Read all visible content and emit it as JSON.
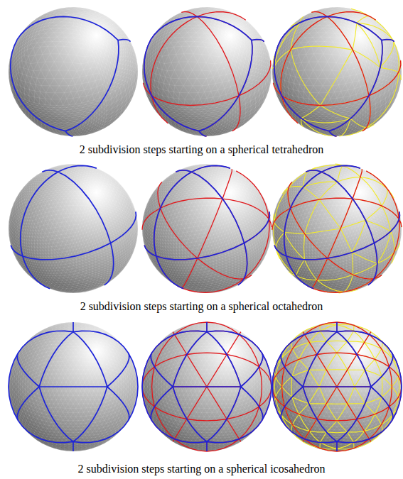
{
  "diagram": {
    "labels": [
      "2 subdivision steps starting on a spherical tetrahedron",
      "2 subdivision steps starting on a spherical octahedron",
      "2 subdivision steps starting on a spherical icosahedron"
    ]
  }
}
